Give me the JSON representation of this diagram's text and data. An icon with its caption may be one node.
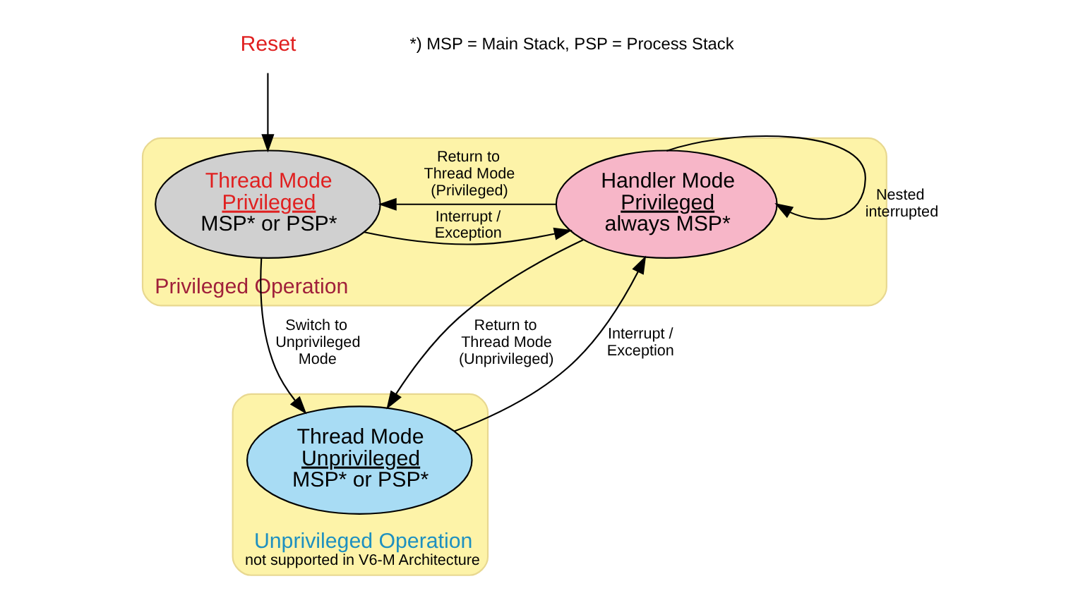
{
  "diagram": {
    "nodes": [
      {
        "text": [
          "Privileged Operation"
        ]
      },
      {
        "text": [
          "Reset"
        ]
      },
      {
        "text": [
          "Thread Mode",
          "Privileged",
          "MSP* or PSP*"
        ],
        "in": 0
      },
      {
        "text": [
          "Handler Mode",
          "Privileged",
          "always MSP*"
        ],
        "in": 0
      },
      {
        "text": [
          "Unprivileged Operation",
          "not supported in V6-M Architecture"
        ]
      },
      {
        "text": [
          "Thread Mode",
          "Unprivileged",
          "MSP* or PSP*"
        ],
        "in": 4
      }
    ],
    "edges": [
      {
        "from": 1,
        "to": 2,
        "arrow": "to"
      },
      {
        "from": 2,
        "to": 3,
        "arrow": "to",
        "label": "Interrupt / Exception"
      },
      {
        "from": 3,
        "to": 2,
        "arrow": "to",
        "label": "Return to Thread Mode (Privileged)"
      },
      {
        "from": 3,
        "to": 3,
        "arrow": "to",
        "label": "Nested interrupted"
      },
      {
        "from": 2,
        "to": 5,
        "arrow": "to",
        "label": "Switch to Unprivileged Mode"
      },
      {
        "from": 3,
        "to": 5,
        "arrow": "to",
        "label": "Return to Thread Mode (Unprivileged)"
      },
      {
        "from": 5,
        "to": 3,
        "arrow": "to",
        "label": "Interrupt / Exception"
      }
    ],
    "labels": [
      "*) MSP = Main Stack, PSP = Process Stack"
    ]
  }
}
